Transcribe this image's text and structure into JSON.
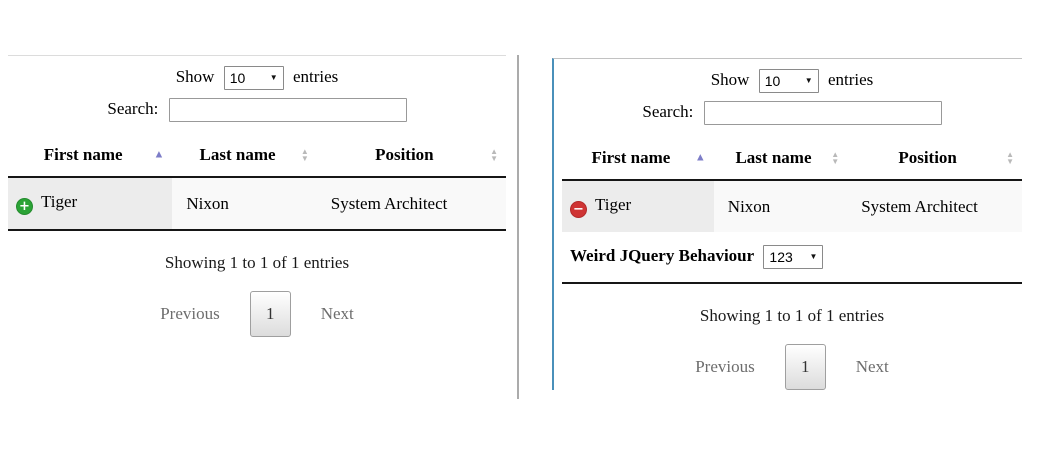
{
  "icons": {
    "dropdown_arrow": "▼",
    "sort_up": "▲",
    "sort_down": "▼",
    "expand_plus": "+",
    "collapse_minus": "−"
  },
  "colors": {
    "sort_active_arrow": "#7d7dc8",
    "sort_inactive_arrow": "#b9b9b9",
    "expand_icon_green": "#2ba336",
    "collapse_icon_red": "#cf3434",
    "panel_divider_gray": "#ababab",
    "right_panel_edge_blue": "#4a90ba",
    "row_background": "#f9f9f9",
    "sorted_column_background": "#ececec"
  },
  "left_table": {
    "show_label": "Show",
    "page_size": "10",
    "entries_label": "entries",
    "search_label": "Search:",
    "search_value": "",
    "headers": {
      "first_name": "First name",
      "last_name": "Last name",
      "position": "Position"
    },
    "row": {
      "first_name": "Tiger",
      "last_name": "Nixon",
      "position": "System Architect"
    },
    "info": "Showing 1 to 1 of 1 entries",
    "pagination": {
      "previous": "Previous",
      "page": "1",
      "next": "Next"
    }
  },
  "right_table": {
    "show_label": "Show",
    "page_size": "10",
    "entries_label": "entries",
    "search_label": "Search:",
    "search_value": "",
    "headers": {
      "first_name": "First name",
      "last_name": "Last name",
      "position": "Position"
    },
    "row": {
      "first_name": "Tiger",
      "last_name": "Nixon",
      "position": "System Architect"
    },
    "child_row": {
      "label": "Weird JQuery Behaviour",
      "select_value": "123"
    },
    "info": "Showing 1 to 1 of 1 entries",
    "pagination": {
      "previous": "Previous",
      "page": "1",
      "next": "Next"
    }
  }
}
